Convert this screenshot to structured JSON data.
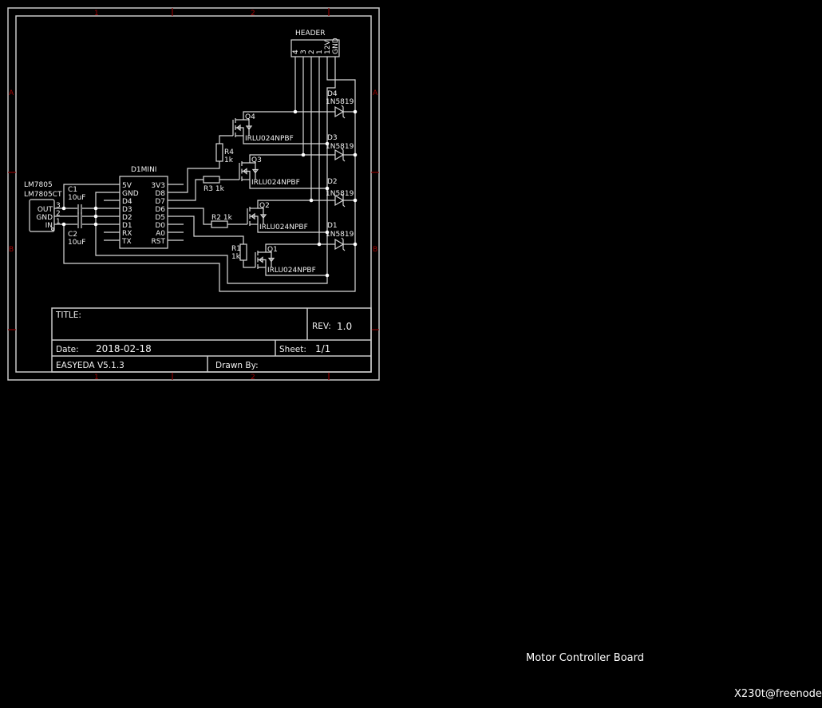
{
  "frame": {
    "col_markers": [
      "1",
      "2"
    ],
    "row_markers": [
      "A",
      "B"
    ]
  },
  "title_block": {
    "title_label": "TITLE:",
    "rev_label": "REV:",
    "rev_value": "1.0",
    "date_label": "Date:",
    "date_value": "2018-02-18",
    "sheet_label": "Sheet:",
    "sheet_value": "1/1",
    "tool": "EASYEDA V5.1.3",
    "drawn_by_label": "Drawn By:"
  },
  "regulator": {
    "name": "LM7805",
    "part": "LM7805CT",
    "pins": [
      "OUT",
      "GND",
      "IN"
    ],
    "pin_numbers": [
      "3",
      "2",
      "1"
    ]
  },
  "capacitors": [
    {
      "ref": "C1",
      "value": "10uF"
    },
    {
      "ref": "C2",
      "value": "10uF"
    }
  ],
  "mcu": {
    "name": "D1MINI",
    "left_pins": [
      "5V",
      "GND",
      "D4",
      "D3",
      "D2",
      "D1",
      "RX",
      "TX"
    ],
    "right_pins": [
      "3V3",
      "D8",
      "D7",
      "D6",
      "D5",
      "D0",
      "A0",
      "RST"
    ]
  },
  "header": {
    "name": "HEADER",
    "pins": [
      "4",
      "3",
      "2",
      "1",
      "12V",
      "GND"
    ]
  },
  "resistors": [
    {
      "ref": "R4",
      "value": "1k"
    },
    {
      "ref": "R3 1k"
    },
    {
      "ref": "R2 1k"
    },
    {
      "ref": "R1",
      "value": "1k"
    }
  ],
  "mosfets": [
    {
      "ref": "Q4",
      "part": "IRLU024NPBF"
    },
    {
      "ref": "Q3",
      "part": "IRLU024NPBF"
    },
    {
      "ref": "Q2",
      "part": "IRLU024NPBF"
    },
    {
      "ref": "Q1",
      "part": "IRLU024NPBF"
    }
  ],
  "diodes": [
    {
      "ref": "D4",
      "part": "1N5819"
    },
    {
      "ref": "D3",
      "part": "1N5819"
    },
    {
      "ref": "D2",
      "part": "1N5819"
    },
    {
      "ref": "D1",
      "part": "1N5819"
    }
  ],
  "project_name": "Motor Controller Board",
  "author": "X230t@freenode"
}
